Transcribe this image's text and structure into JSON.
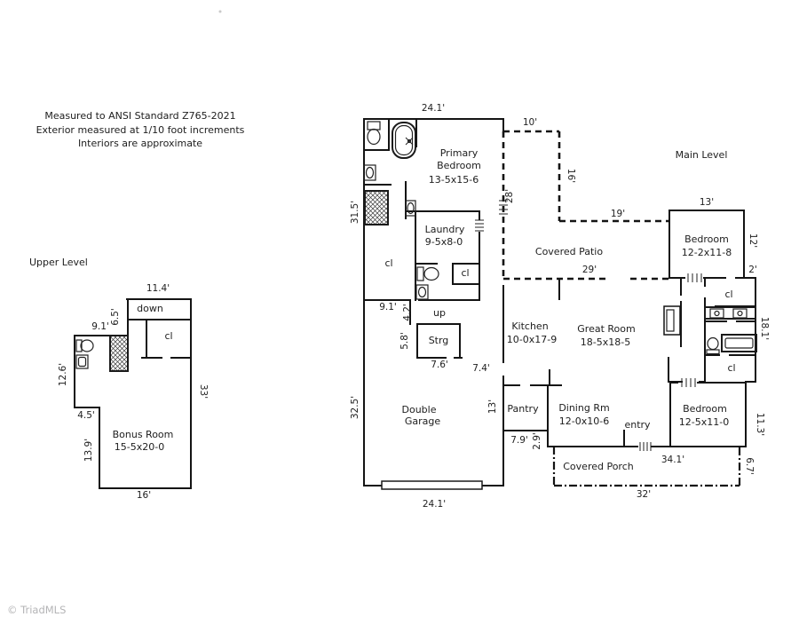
{
  "page": {
    "background": "#ffffff",
    "wall_color": "#141414",
    "text_color": "#202020",
    "watermark_color": "#b4b4b6"
  },
  "notes": {
    "line1": "Measured to ANSI Standard Z765-2021",
    "line2": "Exterior measured at 1/10 foot increments",
    "line3": "Interiors are approximate"
  },
  "watermark": "© TriadMLS",
  "upper": {
    "title": "Upper Level",
    "room_name": "Bonus Room",
    "room_size": "15-5x20-0",
    "down_label": "down",
    "closet_label": "cl",
    "dims": {
      "top": "11.4'",
      "d65": "6.5'",
      "d91": "9.1'",
      "d126": "12.6'",
      "d33": "33'",
      "d45": "4.5'",
      "d139": "13.9'",
      "bottom": "16'"
    }
  },
  "main": {
    "title": "Main Level",
    "rooms": {
      "primary_name1": "Primary",
      "primary_name2": "Bedroom",
      "primary_size": "13-5x15-6",
      "laundry_name": "Laundry",
      "laundry_size": "9-5x8-0",
      "kitchen_name": "Kitchen",
      "kitchen_size": "10-0x17-9",
      "great_name": "Great Room",
      "great_size": "18-5x18-5",
      "bed1_name": "Bedroom",
      "bed1_size": "12-2x11-8",
      "bed2_name": "Bedroom",
      "bed2_size": "12-5x11-0",
      "dining_name": "Dining Rm",
      "dining_size": "12-0x10-6",
      "garage_name1": "Double",
      "garage_name2": "Garage",
      "patio": "Covered Patio",
      "porch": "Covered Porch",
      "pantry": "Pantry",
      "strg": "Strg",
      "entry": "entry",
      "up": "up",
      "closet_label": "cl"
    },
    "dims": {
      "top": "24.1'",
      "bottom": "24.1'",
      "d10": "10'",
      "d16": "16'",
      "d28": "28'",
      "d19": "19'",
      "bed1_w": "13'",
      "bed1_d": "12'",
      "d2": "2'",
      "d29": "29'",
      "d181": "18.1'",
      "d315": "31.5'",
      "d91": "9.1'",
      "d42": "4.2'",
      "d58": "5.8'",
      "d76": "7.6'",
      "d74": "7.4'",
      "d325": "32.5'",
      "d13": "13'",
      "d79": "7.9'",
      "d29s": "2.9'",
      "d113": "11.3'",
      "d341": "34.1'",
      "d67": "6.7'",
      "d32": "32'"
    }
  }
}
